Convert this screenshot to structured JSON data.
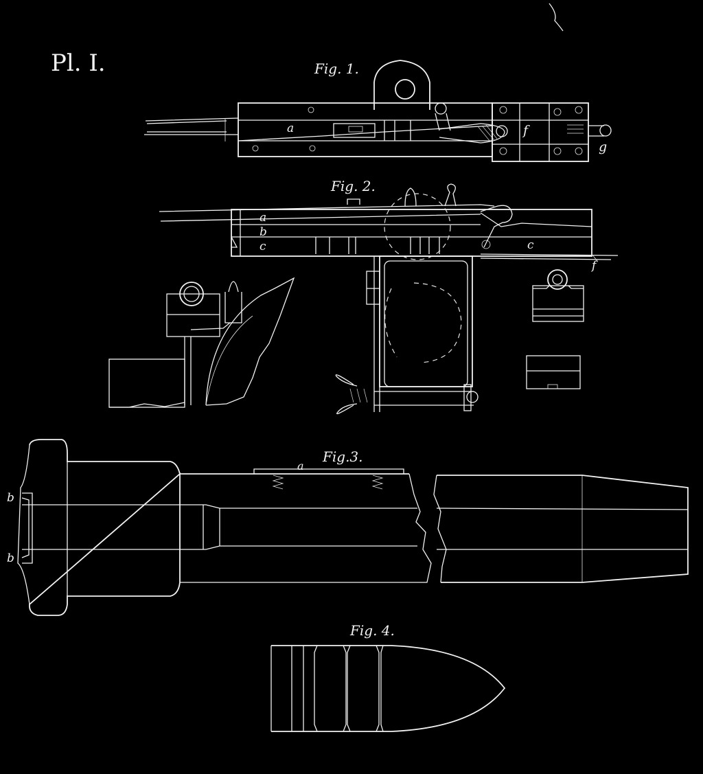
{
  "plate": {
    "plate_number": "Pl. I.",
    "figures": [
      {
        "title": "Fig. 1.",
        "labels": [
          "a",
          "f",
          "g"
        ]
      },
      {
        "title": "Fig. 2.",
        "labels": [
          "a",
          "b",
          "c",
          "c",
          "f"
        ]
      },
      {
        "title": "Fig.3.",
        "labels": [
          "a",
          "b",
          "b"
        ]
      },
      {
        "title": "Fig. 4.",
        "labels": []
      }
    ]
  },
  "colors": {
    "background": "#000000",
    "ink": "#f2f2f2"
  }
}
